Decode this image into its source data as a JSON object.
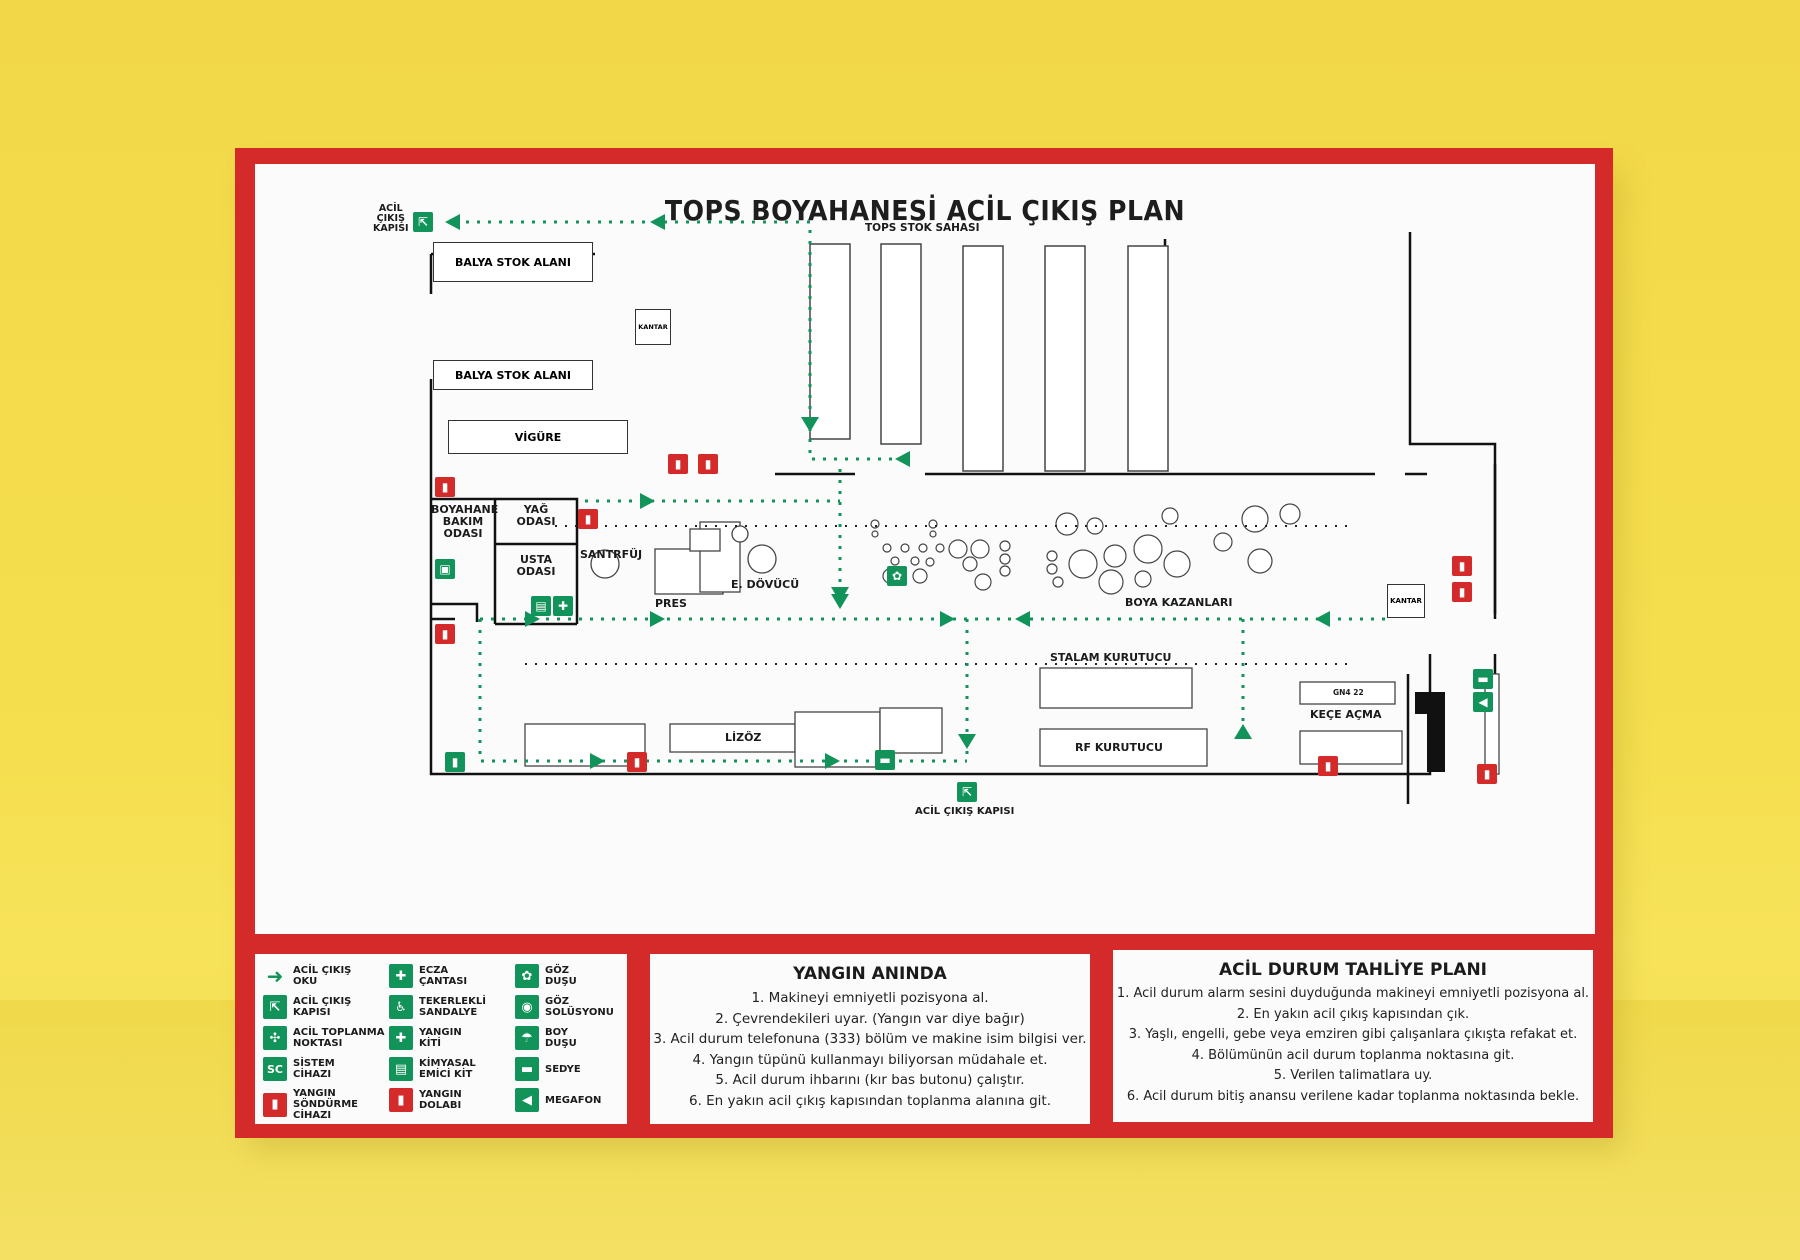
{
  "title": "TOPS BOYAHANESİ ACİL ÇIKIŞ PLAN",
  "plan": {
    "labels": {
      "exit_top_left": "ACİL\nÇIKIŞ\nKAPISI",
      "tops_stock": "TOPS STOK SAHASI",
      "balya_1": "BALYA STOK ALANI",
      "balya_2": "BALYA STOK ALANI",
      "kantar_1": "KANTAR",
      "vigure": "VİGÜRE",
      "boyahane_bakim": "BOYAHANE\nBAKIM\nODASI",
      "yag_odasi": "YAĞ\nODASI",
      "usta_odasi": "USTA\nODASI",
      "santrfuj": "SANTRFÜJ",
      "pres": "PRES",
      "e_dovucu": "E. DÖVÜCÜ",
      "boya_kazanlari": "BOYA KAZANLARI",
      "kantar_2": "KANTAR",
      "stalam": "STALAM KURUTUCU",
      "lizoz": "LİZÖZ",
      "rf_kurutucu": "RF KURUTUCU",
      "gn": "GN4 22",
      "kece_acma": "KEÇE AÇMA",
      "exit_bottom": "ACİL ÇIKIŞ KAPISI"
    }
  },
  "legend": [
    {
      "icon": "exit-arrow-icon",
      "color": "#12935a",
      "label": "ACİL ÇIKIŞ\nOKU"
    },
    {
      "icon": "exit-door-icon",
      "color": "#12935a",
      "label": "ACİL ÇIKIŞ\nKAPISI"
    },
    {
      "icon": "assembly-point-icon",
      "color": "#12935a",
      "label": "ACİL TOPLANMA\nNOKTASI"
    },
    {
      "icon": "system-device-icon",
      "color": "#12935a",
      "label": "SİSTEM\nCİHAZI"
    },
    {
      "icon": "fire-extinguisher-icon",
      "color": "#d42a2a",
      "label": "YANGIN SÖNDÜRME\nCİHAZI"
    },
    {
      "icon": "first-aid-kit-icon",
      "color": "#12935a",
      "label": "ECZA\nÇANTASI"
    },
    {
      "icon": "wheelchair-icon",
      "color": "#12935a",
      "label": "TEKERLEKLİ\nSANDALYE"
    },
    {
      "icon": "fire-kit-icon",
      "color": "#12935a",
      "label": "YANGIN\nKİTİ"
    },
    {
      "icon": "chemical-kit-icon",
      "color": "#12935a",
      "label": "KİMYASAL\nEMİCİ KİT"
    },
    {
      "icon": "fire-cabinet-icon",
      "color": "#d42a2a",
      "label": "YANGIN\nDOLABI"
    },
    {
      "icon": "eye-shower-icon",
      "color": "#12935a",
      "label": "GÖZ\nDUŞU"
    },
    {
      "icon": "eye-solution-icon",
      "color": "#12935a",
      "label": "GÖZ\nSOLÜSYONU"
    },
    {
      "icon": "body-shower-icon",
      "color": "#12935a",
      "label": "BOY\nDUŞU"
    },
    {
      "icon": "stretcher-icon",
      "color": "#12935a",
      "label": "SEDYE"
    },
    {
      "icon": "megaphone-icon",
      "color": "#12935a",
      "label": "MEGAFON"
    }
  ],
  "legend_icon_text": {
    "sc": "SC"
  },
  "yangin": {
    "title": "YANGIN ANINDA",
    "items": [
      "1. Makineyi emniyetli pozisyona al.",
      "2. Çevrendekileri uyar. (Yangın var diye bağır)",
      "3. Acil durum telefonuna (333) bölüm ve makine isim bilgisi ver.",
      "4. Yangın tüpünü kullanmayı biliyorsan müdahale et.",
      "5. Acil durum ihbarını (kır bas butonu) çalıştır.",
      "6. En yakın acil çıkış kapısından toplanma alanına git."
    ]
  },
  "tahliye": {
    "title": "ACİL DURUM TAHLİYE PLANI",
    "items": [
      "1. Acil durum alarm sesini duyduğunda makineyi emniyetli pozisyona al.",
      "2. En yakın acil çıkış kapısından çık.",
      "3. Yaşlı, engelli, gebe veya emziren gibi çalışanlara çıkışta refakat et.",
      "4. Bölümünün acil durum toplanma noktasına git.",
      "5. Verilen talimatlara uy.",
      "6. Acil durum bitiş anansu verilene kadar toplanma noktasında bekle."
    ]
  },
  "colors": {
    "frame_red": "#d42a2a",
    "exit_green": "#12935a",
    "background_yellow": "#f4dd4f"
  }
}
